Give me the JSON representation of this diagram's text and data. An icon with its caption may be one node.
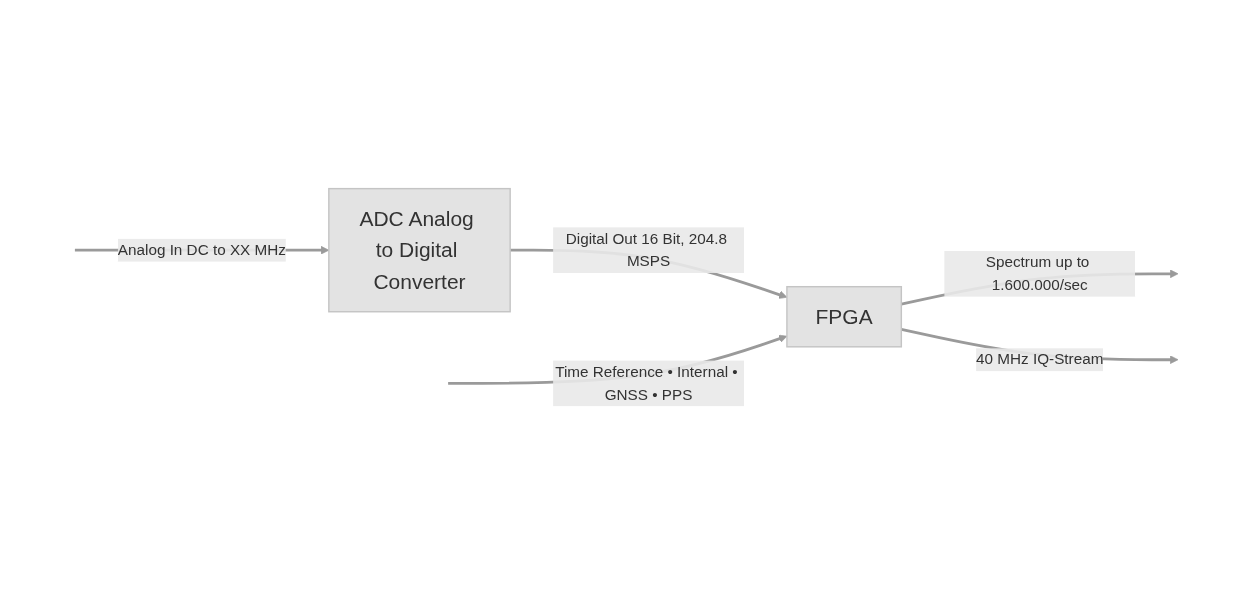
{
  "diagram": {
    "nodes": [
      {
        "text": [
          "ADC Analog to Digital Converter"
        ]
      },
      {
        "text": [
          "FPGA"
        ]
      }
    ],
    "edges": [
      {
        "from": null,
        "to": 0,
        "arrow": "to",
        "label": "Analog In DC to XX MHz"
      },
      {
        "from": 0,
        "to": 1,
        "arrow": "to",
        "label": "Digital Out 16 Bit, 204.8 MSPS"
      },
      {
        "from": null,
        "to": 1,
        "arrow": "to",
        "label": "Time Reference • Internal • GNSS • PPS"
      },
      {
        "from": 1,
        "to": null,
        "arrow": "to",
        "label": "Spectrum up to 1.600.000/sec"
      },
      {
        "from": 1,
        "to": null,
        "arrow": "to",
        "label": "40 MHz IQ-Stream"
      }
    ]
  }
}
